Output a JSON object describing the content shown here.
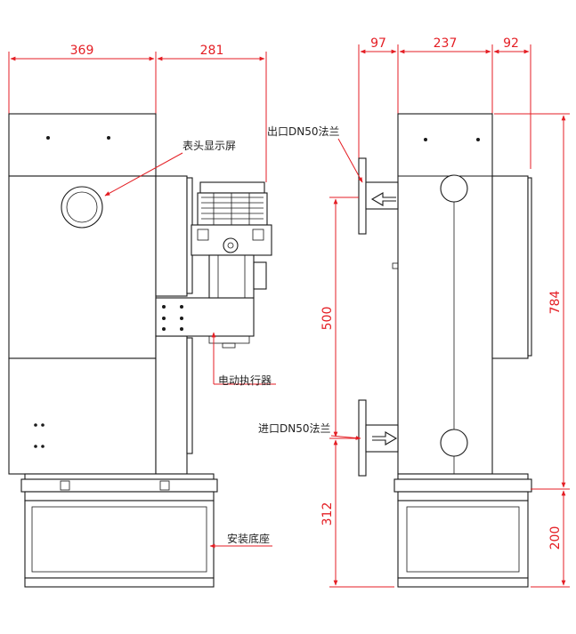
{
  "dimensions": {
    "front_left_width": "369",
    "front_right_width": "281",
    "side_left_offset": "97",
    "side_body_width": "237",
    "side_right_offset": "92",
    "side_total_height": "784",
    "flange_spacing": "500",
    "inlet_height": "312",
    "base_height": "200"
  },
  "labels": {
    "display": "表头显示屏",
    "actuator": "电动执行器",
    "base": "安装底座",
    "outlet": "出口DN50法兰",
    "inlet": "进口DN50法兰"
  },
  "colors": {
    "dimension": "#e41e24",
    "outline": "#1a1a1a"
  }
}
